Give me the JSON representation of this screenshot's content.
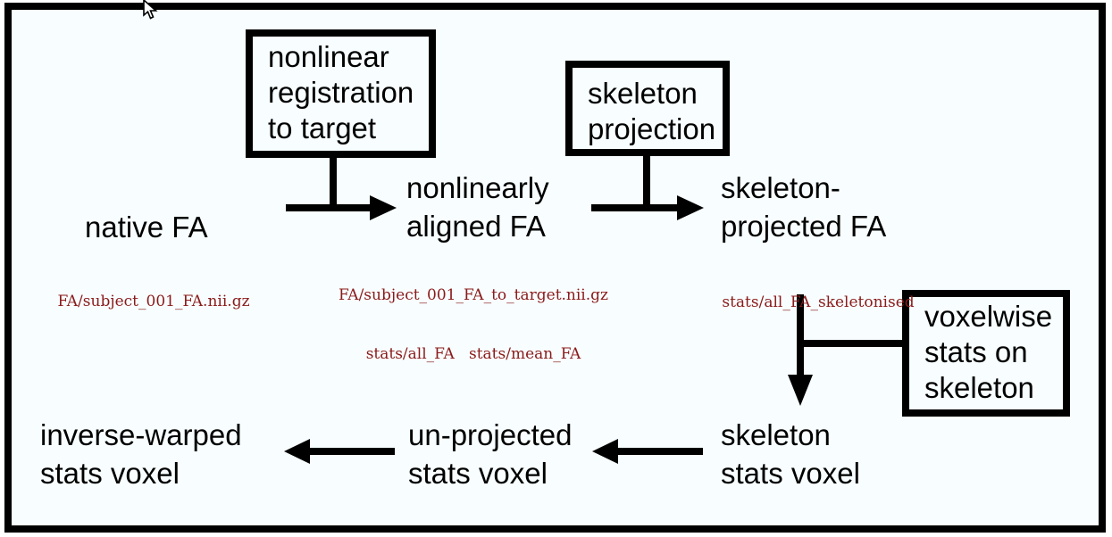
{
  "colors": {
    "background": "#f8feff",
    "line_black": "#000000",
    "file_text_red": "#8b1a1a"
  },
  "process_boxes": {
    "registration": {
      "lines": [
        "nonlinear",
        "registration",
        "to target"
      ]
    },
    "projection": {
      "lines": [
        "skeleton",
        "projection"
      ]
    },
    "voxelwise": {
      "lines": [
        "voxelwise",
        "stats on",
        "skeleton"
      ]
    }
  },
  "nodes": {
    "native_fa": {
      "lines": [
        "native FA"
      ]
    },
    "aligned_fa": {
      "lines": [
        "nonlinearly",
        "aligned FA"
      ]
    },
    "skeleton_fa": {
      "lines": [
        "skeleton-",
        "projected FA"
      ]
    },
    "skeleton_stats": {
      "lines": [
        "skeleton",
        "stats voxel"
      ]
    },
    "unprojected_stats": {
      "lines": [
        "un-projected",
        "stats voxel"
      ]
    },
    "inverse_warped": {
      "lines": [
        "inverse-warped",
        "stats voxel"
      ]
    }
  },
  "file_labels": {
    "native_fa": {
      "lines": [
        "FA/subject_001_FA.nii.gz"
      ]
    },
    "aligned_fa": {
      "lines": [
        "FA/subject_001_FA_to_target.nii.gz",
        "stats/all_FA   stats/mean_FA"
      ]
    },
    "skeleton_fa": {
      "lines": [
        "stats/all_FA_skeletonised"
      ]
    }
  }
}
